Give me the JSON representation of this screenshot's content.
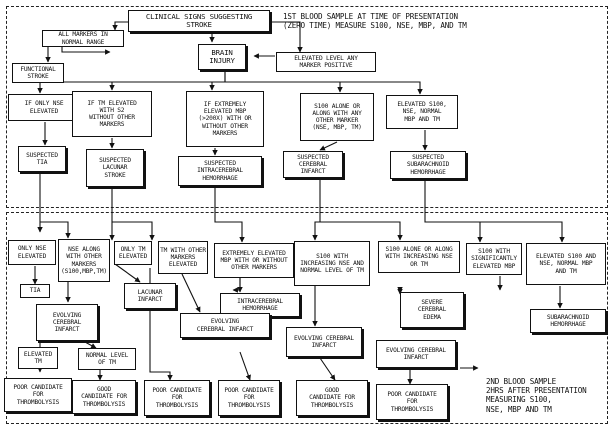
{
  "region_top": {
    "caption": "1st BLOOD SAMPLE AT TIME OF PRESENTATION\n(ZERO TIME) MEASURE S100, NSE, MBP, AND Tm"
  },
  "region_bottom": {
    "caption": "2nd BLOOD SAMPLE\n2hrs AFTER PRESENTATION\nMEASURING S100,\nNSE, MBP and Tm"
  },
  "nodes": {
    "clinical": "CLINICAL SIGNS SUGGESTING\nSTROKE",
    "all_normal": "ALL MARKERS IN\nNORMAL RANGE",
    "functional": "FUNCTIONAL\nSTROKE",
    "brain_injury": "BRAIN\nINJURY",
    "elevated_any": "ELEVATED LEVEL ANY\nMARKER POSITIVE",
    "only_nse": "IF ONLY NSE\nELEVATED",
    "tm_s2": "IF Tm ELEVATED\nWITH S2\nWITHOUT OTHER\nMARKERS",
    "extreme_mbp": "IF EXTREMELY\nELEVATED MBP\n(>200X) WITH OR\nWITHOUT OTHER\nMARKERS",
    "s100_any": "S100 ALONE OR\nALONG WITH ANY\nOTHER MARKER\n(NSE, MBP, Tm)",
    "elevated_all": "ELEVATED S100,\nNSE, NORMAL\nMBP AND Tm",
    "susp_tia": "SUSPECTED\nTIA",
    "susp_lacunar": "SUSPECTED\nLACUNAR\nSTROKE",
    "susp_ich": "SUSPECTED\nINTRACEREBRAL\nHEMORRHAGE",
    "susp_infarct": "SUSPECTED\nCEREBRAL\nINFARCT",
    "susp_sah": "SUSPECTED\nSUBARACHNOID\nHEMORRHAGE",
    "b_only_nse": "ONLY NSE\nELEVATED",
    "b_nse_other": "NSE ALONG\nWITH OTHER\nMARKERS\n(S100,MBP,Tm)",
    "b_only_tm": "ONLY Tm\nELEVATED",
    "b_tm_other": "Tm WITH OTHER\nMARKERS\nELEVATED",
    "b_extreme_mbp": "EXTREMELY ELEVATED\nMBP WITH OR WITHOUT\nOTHER MARKERS",
    "b_s100_inc": "S100 WITH\nINCREASING NSE AND\nNORMAL LEVEL OF Tm",
    "b_s100_any_inc": "S100 ALONE OR ALONG\nWITH INCREASING NSE\nOR Tm",
    "b_s100_mbp": "S100 WITH\nSIGNIFICANTLY\nELEVATED MBP",
    "b_elev_all": "ELEVATED S100 AND\nNSE, NORMAL MBP\nAND Tm",
    "tia": "TIA",
    "lacunar": "LACUNAR\nINFARCT",
    "ich": "INTRACEREBRAL\nHEMORRHAGE",
    "edema": "SEVERE\nCEREBRAL\nEDEMA",
    "sah": "SUBARACHNOID\nHEMORRHAGE",
    "evolving_1": "EVOLVING\nCEREBRAL\nINFARCT",
    "evolving_2": "EVOLVING\nCEREBRAL INFARCT",
    "evolving_3": "EVOLVING CEREBRAL\nINFARCT",
    "evolving_4": "EVOLVING CEREBRAL\nINFARCT",
    "elevated_tm": "ELEVATED\nTm",
    "normal_tm": "NORMAL LEVEL\nOF Tm",
    "poor_1": "POOR CANDIDATE\nFOR\nTHROMBOLYSIS",
    "good_1": "GOOD\nCANDIDATE FOR\nTHROMBOLYSIS",
    "poor_2": "POOR CANDIDATE\nFOR\nTHROMBOLYSIS",
    "poor_3": "POOR CANDIDATE\nFOR\nTHROMBOLYSIS",
    "good_2": "GOOD\nCANDIDATE FOR\nTHROMBOLYSIS",
    "poor_4": "POOR CANDIDATE\nFOR\nTHROMBOLYSIS"
  }
}
